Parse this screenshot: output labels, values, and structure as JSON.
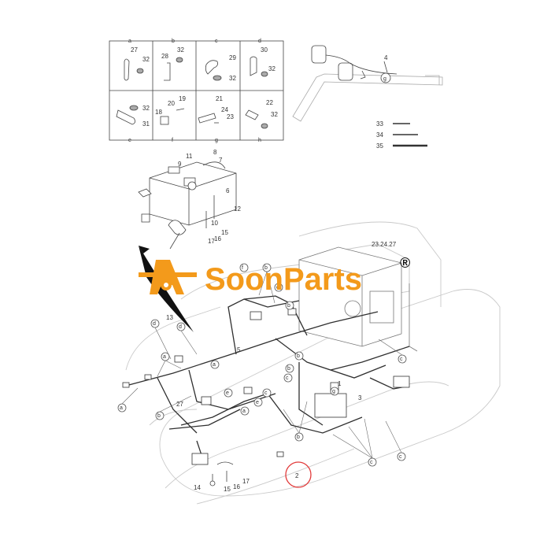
{
  "table": {
    "columns_top": [
      "a",
      "b",
      "c",
      "d"
    ],
    "columns_bottom": [
      "e",
      "f",
      "g",
      "h"
    ],
    "cells_top": [
      {
        "labels": [
          "27",
          "32"
        ]
      },
      {
        "labels": [
          "28",
          "32"
        ]
      },
      {
        "labels": [
          "29",
          "32"
        ]
      },
      {
        "labels": [
          "30",
          "32"
        ]
      }
    ],
    "cells_bottom": [
      {
        "labels": [
          "32",
          "31"
        ]
      },
      {
        "labels": [
          "20",
          "19",
          "18"
        ]
      },
      {
        "labels": [
          "21",
          "24",
          "23"
        ]
      },
      {
        "labels": [
          "22",
          "32"
        ]
      }
    ]
  },
  "lamp": {
    "part": "4",
    "circle": "g"
  },
  "ties": [
    "33",
    "34",
    "35"
  ],
  "box_labels": [
    "11",
    "9",
    "8",
    "7",
    "6",
    "12",
    "10",
    "15",
    "16",
    "17"
  ],
  "callout_top_right": "23.24.27",
  "harness_numbers": [
    "13",
    "5",
    "27",
    "3",
    "1"
  ],
  "harness_letters": [
    "f",
    "b",
    "c",
    "d",
    "a",
    "e",
    "g",
    "h"
  ],
  "bottom_parts": [
    "14",
    "15",
    "16",
    "17"
  ],
  "highlight_label": "2",
  "logo": {
    "text": "SoonParts",
    "registered": "®",
    "color": "#f39a1b"
  },
  "colors": {
    "line": "#3a3a3a",
    "faint": "#c9c9c9",
    "highlight": "#e23a3a",
    "logo": "#f39a1b"
  }
}
